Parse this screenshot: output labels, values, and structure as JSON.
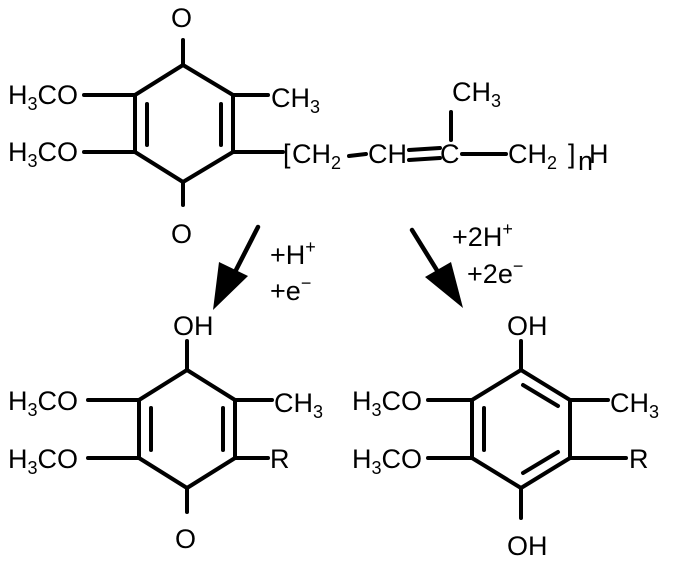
{
  "colors": {
    "ink": "#000000",
    "background": "#ffffff"
  },
  "top": {
    "o_top": "O",
    "o_bottom": "O",
    "methoxy_1": "H3CO",
    "methoxy_2": "H3CO",
    "methyl": "CH3",
    "chain": {
      "bracket_open": "[",
      "ch2_a": "CH2",
      "dash_1": "–",
      "ch": "CH",
      "c": "C",
      "ch2_b": "CH2",
      "bracket_close": "]",
      "subscript_n": "n",
      "terminal_h": "H",
      "branch_methyl": "CH3"
    }
  },
  "reactions": {
    "left": {
      "line1": "+H+",
      "line2": "+e−"
    },
    "right": {
      "line1": "+2H+",
      "line2": "+2e−"
    }
  },
  "semiquinone": {
    "oh": "OH",
    "o_bottom": "O",
    "methoxy_1": "H3CO",
    "methoxy_2": "H3CO",
    "methyl": "CH3",
    "r": "R"
  },
  "hydroquinone": {
    "oh_top": "OH",
    "oh_bottom": "OH",
    "methoxy_1": "H3CO",
    "methoxy_2": "H3CO",
    "methyl": "CH3",
    "r": "R"
  }
}
